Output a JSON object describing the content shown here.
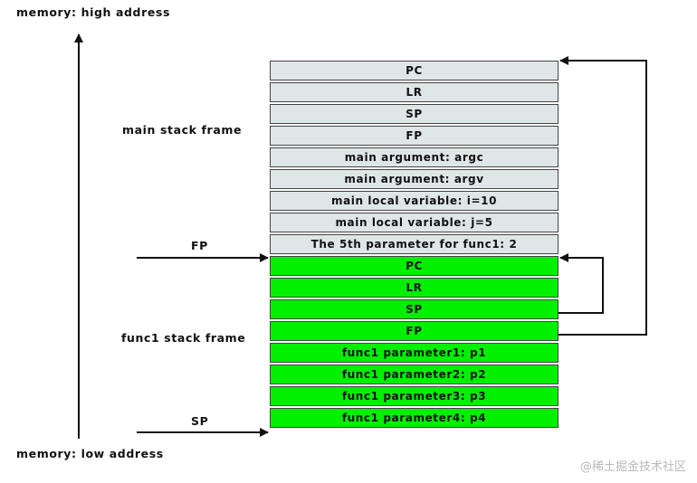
{
  "labels": {
    "high_address": "memory: high address",
    "low_address": "memory: low address",
    "main_frame": "main stack frame",
    "func1_frame": "func1 stack frame",
    "fp_pointer": "FP",
    "sp_pointer": "SP"
  },
  "main_cells": [
    "PC",
    "LR",
    "SP",
    "FP",
    "main argument:  argc",
    "main argument:  argv",
    "main local variable:  i=10",
    "main local variable:  j=5",
    "The 5th parameter for func1: 2"
  ],
  "func1_cells": [
    "PC",
    "LR",
    "SP",
    "FP",
    "func1 parameter1: p1",
    "func1 parameter2: p2",
    "func1 parameter3: p3",
    "func1 parameter4: p4"
  ],
  "colors": {
    "main": "#dfe6e8",
    "func1": "#00f000"
  },
  "watermark": "@稀土掘金技术社区"
}
